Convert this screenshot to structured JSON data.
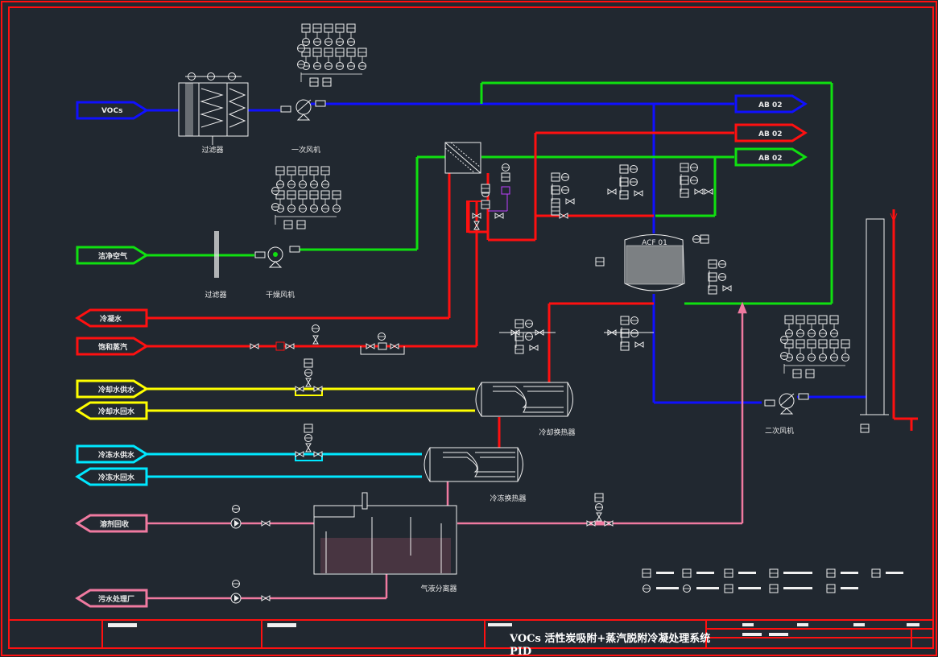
{
  "drawing": {
    "title_line1": "VOCs 活性炭吸附+蒸汽脱附冷凝处理系统",
    "title_line2": "PID"
  },
  "connectors": {
    "vocs": "VOCs",
    "clean_air": "洁净空气",
    "cooling_water": "冷凝水",
    "saturated_steam": "饱和蒸汽",
    "cooling_supply": "冷却水供水",
    "cooling_return": "冷却水回水",
    "chilled_supply": "冷冻水供水",
    "chilled_return": "冷冻水回水",
    "solvent_recovery": "溶剂回收",
    "wastewater": "污水处理厂",
    "ab_top": "AB 02",
    "ab_mid": "AB 02",
    "ab_bot": "AB 02"
  },
  "equipment": {
    "filter_top": "过滤器",
    "primary_fan": "一次风机",
    "filter_mid": "过滤器",
    "dry_fan": "干燥风机",
    "adsorber": "ACF 01",
    "cooling_hx": "冷却换热器",
    "chilled_hx": "冷冻换热器",
    "separator": "气液分离器",
    "secondary_fan": "二次风机"
  },
  "colors": {
    "voc_line": "#1010ff",
    "steam_line": "#ff1010",
    "air_line": "#10e010",
    "cooling_line": "#ffff00",
    "chilled_line": "#00e8ff",
    "liquid_line": "#f07aa0",
    "frame": "#ff1010",
    "instrument": "#f0f0f0",
    "background": "#212830"
  }
}
